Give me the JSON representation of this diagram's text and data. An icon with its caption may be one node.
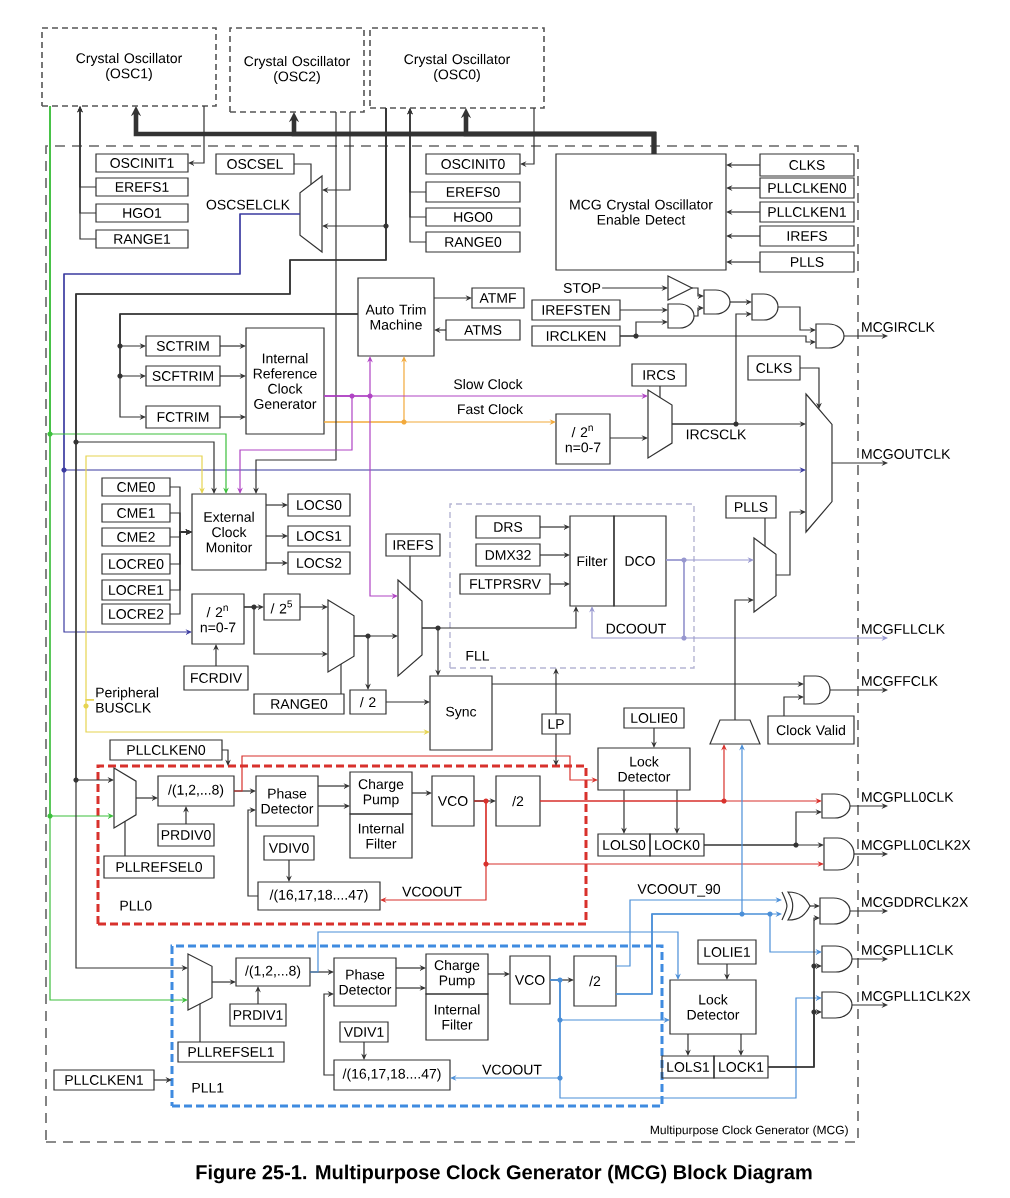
{
  "diagram": {
    "caption": "Figure 25-1. Multipurpose Clock Generator (MCG) Block Diagram",
    "nodes": [
      {
        "text": [
          "Crystal Oscillator (OSC1)"
        ]
      },
      {
        "text": [
          "Crystal Oscillator (OSC2)"
        ]
      },
      {
        "text": [
          "Crystal Oscillator (OSC0)"
        ]
      },
      {
        "text": [
          "Multipurpose Clock Generator (MCG)"
        ]
      },
      {
        "text": [
          "OSCINIT1"
        ],
        "in": 3
      },
      {
        "text": [
          "EREFS1"
        ],
        "in": 3
      },
      {
        "text": [
          "HGO1"
        ],
        "in": 3
      },
      {
        "text": [
          "RANGE1"
        ],
        "in": 3
      },
      {
        "text": [
          "OSCSEL"
        ],
        "in": 3
      },
      {
        "text": [],
        "shape": "trapezoid",
        "in": 3
      },
      {
        "text": [
          "OSCINIT0"
        ],
        "in": 3
      },
      {
        "text": [
          "EREFS0"
        ],
        "in": 3
      },
      {
        "text": [
          "HGO0"
        ],
        "in": 3
      },
      {
        "text": [
          "RANGE0"
        ],
        "in": 3
      },
      {
        "text": [
          "MCG Crystal Oscillator Enable Detect"
        ],
        "in": 3
      },
      {
        "text": [
          "CLKS"
        ],
        "in": 3
      },
      {
        "text": [
          "PLLCLKEN0"
        ],
        "in": 3
      },
      {
        "text": [
          "PLLCLKEN1"
        ],
        "in": 3
      },
      {
        "text": [
          "IREFS"
        ],
        "in": 3
      },
      {
        "text": [
          "PLLS"
        ],
        "in": 3
      },
      {
        "text": [
          "STOP"
        ],
        "in": 3
      },
      {
        "text": [
          "IREFSTEN"
        ],
        "in": 3
      },
      {
        "text": [
          "IRCLKEN"
        ],
        "in": 3
      },
      {
        "text": [],
        "shape": "triangle",
        "in": 3
      },
      {
        "text": [],
        "shape": "gate",
        "in": 3
      },
      {
        "text": [],
        "shape": "gate",
        "in": 3
      },
      {
        "text": [],
        "shape": "gate",
        "in": 3
      },
      {
        "text": [],
        "shape": "gate",
        "in": 3
      },
      {
        "text": [
          "MCGIRCLK"
        ]
      },
      {
        "text": [
          "Auto Trim Machine"
        ],
        "in": 3
      },
      {
        "text": [
          "ATMF"
        ],
        "in": 3
      },
      {
        "text": [
          "ATMS"
        ],
        "in": 3
      },
      {
        "text": [
          "SCTRIM"
        ],
        "in": 3
      },
      {
        "text": [
          "SCFTRIM"
        ],
        "in": 3
      },
      {
        "text": [
          "FCTRIM"
        ],
        "in": 3
      },
      {
        "text": [
          "Internal Reference Clock Generator"
        ],
        "in": 3
      },
      {
        "text": [
          "IRCS"
        ],
        "in": 3
      },
      {
        "text": [
          "/ 2$^{n}$",
          "n=0-7"
        ],
        "in": 3
      },
      {
        "text": [],
        "shape": "trapezoid",
        "in": 3
      },
      {
        "text": [
          "CLKS"
        ],
        "in": 3
      },
      {
        "text": [],
        "shape": "trapezoid",
        "in": 3
      },
      {
        "text": [
          "MCGOUTCLK"
        ]
      },
      {
        "text": [
          "CME0"
        ],
        "in": 3
      },
      {
        "text": [
          "CME1"
        ],
        "in": 3
      },
      {
        "text": [
          "CME2"
        ],
        "in": 3
      },
      {
        "text": [
          "LOCRE0"
        ],
        "in": 3
      },
      {
        "text": [
          "LOCRE1"
        ],
        "in": 3
      },
      {
        "text": [
          "LOCRE2"
        ],
        "in": 3
      },
      {
        "text": [
          "External Clock Monitor"
        ],
        "in": 3
      },
      {
        "text": [
          "LOCS0"
        ],
        "in": 3
      },
      {
        "text": [
          "LOCS1"
        ],
        "in": 3
      },
      {
        "text": [
          "LOCS2"
        ],
        "in": 3
      },
      {
        "text": [
          "/ 2$^{n}$",
          "n=0-7"
        ],
        "in": 3
      },
      {
        "text": [
          "/ 2$^{5}$"
        ],
        "in": 3
      },
      {
        "text": [
          "FCRDIV"
        ],
        "in": 3
      },
      {
        "text": [
          "RANGE0"
        ],
        "in": 3
      },
      {
        "text": [],
        "shape": "trapezoid",
        "in": 3
      },
      {
        "text": [
          "/ 2"
        ],
        "in": 3
      },
      {
        "text": [
          "IREFS"
        ],
        "in": 3
      },
      {
        "text": [],
        "shape": "trapezoid",
        "in": 3
      },
      {
        "text": [
          "Sync"
        ],
        "in": 3
      },
      {
        "text": [
          "FLL"
        ],
        "in": 3
      },
      {
        "text": [
          "DRS"
        ],
        "in": 61
      },
      {
        "text": [
          "DMX32"
        ],
        "in": 61
      },
      {
        "text": [
          "FLTPRSRV"
        ],
        "in": 61
      },
      {
        "text": [
          "Filter"
        ],
        "in": 61
      },
      {
        "text": [
          "DCO"
        ],
        "in": 61
      },
      {
        "text": [
          "PLLS"
        ],
        "in": 3
      },
      {
        "text": [],
        "shape": "trapezoid",
        "in": 3
      },
      {
        "text": [
          "MCGFLLCLK"
        ]
      },
      {
        "text": [
          "Clock Valid"
        ],
        "in": 3
      },
      {
        "text": [],
        "shape": "gate",
        "in": 3
      },
      {
        "text": [
          "MCGFFCLK"
        ]
      },
      {
        "text": [
          "Peripheral BUSCLK"
        ],
        "in": 3
      },
      {
        "text": [
          "LP"
        ],
        "in": 3
      },
      {
        "text": [
          "LOLIE0"
        ],
        "in": 3
      },
      {
        "text": [
          "Lock Detector"
        ],
        "in": 3
      },
      {
        "text": [
          "LOLS0"
        ],
        "in": 3
      },
      {
        "text": [
          "LOCK0"
        ],
        "in": 3
      },
      {
        "text": [],
        "shape": "trapezoid",
        "in": 3
      },
      {
        "text": [
          "PLLCLKEN0"
        ],
        "in": 3
      },
      {
        "text": [
          "PLL0"
        ],
        "in": 3
      },
      {
        "text": [],
        "shape": "trapezoid",
        "in": 81
      },
      {
        "text": [
          "PLLREFSEL0"
        ],
        "in": 81
      },
      {
        "text": [
          "/(1,2,...8)"
        ],
        "in": 81
      },
      {
        "text": [
          "PRDIV0"
        ],
        "in": 81
      },
      {
        "text": [
          "Phase Detector"
        ],
        "in": 81
      },
      {
        "text": [
          "Charge Pump"
        ],
        "in": 81
      },
      {
        "text": [
          "Internal Filter"
        ],
        "in": 81
      },
      {
        "text": [
          "VCO"
        ],
        "in": 81
      },
      {
        "text": [
          "/2"
        ],
        "in": 81
      },
      {
        "text": [
          "VDIV0"
        ],
        "in": 81
      },
      {
        "text": [
          "/(16,17,18....47)"
        ],
        "in": 81
      },
      {
        "text": [],
        "shape": "gate",
        "in": 3
      },
      {
        "text": [
          "MCGPLL0CLK"
        ]
      },
      {
        "text": [],
        "shape": "gate",
        "in": 3
      },
      {
        "text": [
          "MCGPLL0CLK2X"
        ]
      },
      {
        "text": [
          "PLLCLKEN1"
        ],
        "in": 3
      },
      {
        "text": [
          "PLL1"
        ],
        "in": 3
      },
      {
        "text": [],
        "shape": "trapezoid",
        "in": 98
      },
      {
        "text": [
          "PLLREFSEL1"
        ],
        "in": 98
      },
      {
        "text": [
          "/(1,2,...8)"
        ],
        "in": 98
      },
      {
        "text": [
          "PRDIV1"
        ],
        "in": 98
      },
      {
        "text": [
          "Phase Detector"
        ],
        "in": 98
      },
      {
        "text": [
          "Charge Pump"
        ],
        "in": 98
      },
      {
        "text": [
          "Internal Filter"
        ],
        "in": 98
      },
      {
        "text": [
          "VCO"
        ],
        "in": 98
      },
      {
        "text": [
          "/2"
        ],
        "in": 98
      },
      {
        "text": [
          "VDIV1"
        ],
        "in": 98
      },
      {
        "text": [
          "/(16,17,18....47)"
        ],
        "in": 98
      },
      {
        "text": [
          "LOLIE1"
        ],
        "in": 3
      },
      {
        "text": [
          "Lock Detector"
        ],
        "in": 3
      },
      {
        "text": [
          "LOLS1"
        ],
        "in": 3
      },
      {
        "text": [
          "LOCK1"
        ],
        "in": 3
      },
      {
        "text": [],
        "shape": "gate",
        "in": 3
      },
      {
        "text": [],
        "shape": "gate",
        "in": 3
      },
      {
        "text": [
          "MCGDDRCLK2X"
        ]
      },
      {
        "text": [],
        "shape": "gate",
        "in": 3
      },
      {
        "text": [
          "MCGPLL1CLK"
        ]
      },
      {
        "text": [],
        "shape": "gate",
        "in": 3
      },
      {
        "text": [
          "MCGPLL1CLK2X"
        ]
      }
    ],
    "edges": [
      {
        "from": 14,
        "to": 0,
        "arrow": "to",
        "style": "thick"
      },
      {
        "from": 14,
        "to": 1,
        "arrow": "to",
        "style": "thick"
      },
      {
        "from": 14,
        "to": 2,
        "arrow": "to",
        "style": "thick"
      },
      {
        "from": 0,
        "to": 4,
        "arrow": "to"
      },
      {
        "from": 5,
        "to": 0,
        "arrow": "to"
      },
      {
        "from": 6,
        "to": 0,
        "arrow": "to"
      },
      {
        "from": 7,
        "to": 0,
        "arrow": "to"
      },
      {
        "from": 1,
        "to": 9,
        "arrow": "to"
      },
      {
        "from": 2,
        "to": 9,
        "arrow": "to"
      },
      {
        "from": 8,
        "to": 9,
        "arrow": "none"
      },
      {
        "from": 2,
        "to": 10,
        "arrow": "to"
      },
      {
        "from": 11,
        "to": 2,
        "arrow": "to"
      },
      {
        "from": 12,
        "to": 2,
        "arrow": "to"
      },
      {
        "from": 13,
        "to": 2,
        "arrow": "to"
      },
      {
        "from": 15,
        "to": 14,
        "arrow": "to"
      },
      {
        "from": 16,
        "to": 14,
        "arrow": "to"
      },
      {
        "from": 17,
        "to": 14,
        "arrow": "to"
      },
      {
        "from": 18,
        "to": 14,
        "arrow": "to"
      },
      {
        "from": 19,
        "to": 14,
        "arrow": "to"
      },
      {
        "from": 20,
        "to": 23,
        "arrow": "to"
      },
      {
        "from": 21,
        "to": 24,
        "arrow": "to"
      },
      {
        "from": 22,
        "to": 24,
        "arrow": "to"
      },
      {
        "from": 22,
        "to": 27,
        "arrow": "to"
      },
      {
        "from": 23,
        "to": 25,
        "arrow": "to"
      },
      {
        "from": 24,
        "to": 25,
        "arrow": "to"
      },
      {
        "from": 25,
        "to": 26,
        "arrow": "to"
      },
      {
        "from": 38,
        "to": 26,
        "arrow": "to"
      },
      {
        "from": 26,
        "to": 27,
        "arrow": "to"
      },
      {
        "from": 27,
        "to": 28,
        "arrow": "to"
      },
      {
        "from": 29,
        "to": 30,
        "arrow": "to"
      },
      {
        "from": 31,
        "to": 29,
        "arrow": "to"
      },
      {
        "from": 29,
        "to": 32,
        "arrow": "to"
      },
      {
        "from": 29,
        "to": 33,
        "arrow": "to"
      },
      {
        "from": 29,
        "to": 34,
        "arrow": "to"
      },
      {
        "from": 32,
        "to": 35,
        "arrow": "to"
      },
      {
        "from": 33,
        "to": 35,
        "arrow": "to"
      },
      {
        "from": 34,
        "to": 35,
        "arrow": "to"
      },
      {
        "from": 35,
        "to": 29,
        "arrow": "to",
        "color": "#b044c4"
      },
      {
        "from": 35,
        "to": 29,
        "arrow": "to",
        "color": "#f2a93b"
      },
      {
        "from": 35,
        "to": 38,
        "arrow": "to",
        "color": "#b044c4"
      },
      {
        "from": 35,
        "to": 37,
        "arrow": "to",
        "color": "#f2a93b"
      },
      {
        "from": 36,
        "to": 38,
        "arrow": "none"
      },
      {
        "from": 37,
        "to": 38,
        "arrow": "to"
      },
      {
        "from": 38,
        "to": 40,
        "arrow": "to"
      },
      {
        "from": 39,
        "to": 40,
        "arrow": "to"
      },
      {
        "from": 40,
        "to": 41,
        "arrow": "to"
      },
      {
        "from": 9,
        "to": 52,
        "arrow": "to",
        "color": "#3a3aa0"
      },
      {
        "from": 9,
        "to": 40,
        "arrow": "to",
        "color": "#3a3aa0"
      },
      {
        "from": 2,
        "to": 48,
        "arrow": "to"
      },
      {
        "from": 0,
        "to": 48,
        "arrow": "to",
        "color": "#3cbf3c"
      },
      {
        "from": 1,
        "to": 48,
        "arrow": "to"
      },
      {
        "from": 35,
        "to": 48,
        "arrow": "to",
        "color": "#b044c4"
      },
      {
        "from": 73,
        "to": 48,
        "arrow": "to",
        "color": "#e6d450"
      },
      {
        "from": 42,
        "to": 48,
        "arrow": "to"
      },
      {
        "from": 43,
        "to": 48,
        "arrow": "to"
      },
      {
        "from": 44,
        "to": 48,
        "arrow": "to"
      },
      {
        "from": 45,
        "to": 48,
        "arrow": "to"
      },
      {
        "from": 46,
        "to": 48,
        "arrow": "to"
      },
      {
        "from": 47,
        "to": 48,
        "arrow": "to"
      },
      {
        "from": 48,
        "to": 49,
        "arrow": "to"
      },
      {
        "from": 48,
        "to": 50,
        "arrow": "to"
      },
      {
        "from": 48,
        "to": 51,
        "arrow": "to"
      },
      {
        "from": 52,
        "to": 53,
        "arrow": "to"
      },
      {
        "from": 52,
        "to": 56,
        "arrow": "to"
      },
      {
        "from": 53,
        "to": 56,
        "arrow": "to"
      },
      {
        "from": 54,
        "to": 52,
        "arrow": "to"
      },
      {
        "from": 55,
        "to": 56,
        "arrow": "none"
      },
      {
        "from": 56,
        "to": 59,
        "arrow": "to"
      },
      {
        "from": 56,
        "to": 57,
        "arrow": "to"
      },
      {
        "from": 57,
        "to": 60,
        "arrow": "to"
      },
      {
        "from": 58,
        "to": 59,
        "arrow": "none"
      },
      {
        "from": 35,
        "to": 59,
        "arrow": "to",
        "color": "#b044c4"
      },
      {
        "from": 59,
        "to": 65,
        "arrow": "to"
      },
      {
        "from": 59,
        "to": 60,
        "arrow": "to"
      },
      {
        "from": 73,
        "to": 60,
        "arrow": "to",
        "color": "#e6d450"
      },
      {
        "from": 62,
        "to": 65,
        "arrow": "to"
      },
      {
        "from": 63,
        "to": 65,
        "arrow": "to"
      },
      {
        "from": 64,
        "to": 65,
        "arrow": "to"
      },
      {
        "from": 66,
        "to": 65,
        "arrow": "to",
        "color": "#9797cf"
      },
      {
        "from": 66,
        "to": 69,
        "arrow": "to",
        "color": "#9797cf"
      },
      {
        "from": 66,
        "to": 68,
        "arrow": "to",
        "color": "#9797cf"
      },
      {
        "from": 67,
        "to": 68,
        "arrow": "none"
      },
      {
        "from": 68,
        "to": 40,
        "arrow": "to"
      },
      {
        "from": 60,
        "to": 71,
        "arrow": "to"
      },
      {
        "from": 70,
        "to": 71,
        "arrow": "to"
      },
      {
        "from": 71,
        "to": 72,
        "arrow": "to"
      },
      {
        "from": 74,
        "to": 61,
        "arrow": "to"
      },
      {
        "from": 74,
        "to": 81,
        "arrow": "to"
      },
      {
        "from": 75,
        "to": 76,
        "arrow": "to"
      },
      {
        "from": 76,
        "to": 77,
        "arrow": "to"
      },
      {
        "from": 76,
        "to": 78,
        "arrow": "to"
      },
      {
        "from": 78,
        "to": 93,
        "arrow": "to"
      },
      {
        "from": 78,
        "to": 95,
        "arrow": "to"
      },
      {
        "from": 90,
        "to": 93,
        "arrow": "to",
        "color": "#d8312c"
      },
      {
        "from": 90,
        "to": 79,
        "arrow": "to",
        "color": "#d8312c"
      },
      {
        "from": 89,
        "to": 95,
        "arrow": "to",
        "color": "#d8312c"
      },
      {
        "from": 89,
        "to": 90,
        "arrow": "to"
      },
      {
        "from": 89,
        "to": 92,
        "arrow": "to",
        "color": "#d8312c"
      },
      {
        "from": 93,
        "to": 94,
        "arrow": "to"
      },
      {
        "from": 95,
        "to": 96,
        "arrow": "to"
      },
      {
        "from": 79,
        "to": 68,
        "arrow": "to"
      },
      {
        "from": 80,
        "to": 81,
        "arrow": "to"
      },
      {
        "from": 2,
        "to": 82,
        "arrow": "to"
      },
      {
        "from": 0,
        "to": 82,
        "arrow": "to",
        "color": "#3cbf3c"
      },
      {
        "from": 2,
        "to": 99,
        "arrow": "to"
      },
      {
        "from": 0,
        "to": 99,
        "arrow": "to",
        "color": "#3cbf3c"
      },
      {
        "from": 83,
        "to": 82,
        "arrow": "none"
      },
      {
        "from": 82,
        "to": 84,
        "arrow": "to"
      },
      {
        "from": 85,
        "to": 84,
        "arrow": "to"
      },
      {
        "from": 84,
        "to": 86,
        "arrow": "to"
      },
      {
        "from": 92,
        "to": 86,
        "arrow": "to"
      },
      {
        "from": 84,
        "to": 76,
        "arrow": "to",
        "color": "#d8312c"
      },
      {
        "from": 86,
        "to": 87,
        "arrow": "to"
      },
      {
        "from": 86,
        "to": 87,
        "arrow": "to"
      },
      {
        "from": 87,
        "to": 89,
        "arrow": "to"
      },
      {
        "from": 91,
        "to": 92,
        "arrow": "to"
      },
      {
        "from": 97,
        "to": 98,
        "arrow": "to"
      },
      {
        "from": 99,
        "to": 101,
        "arrow": "to"
      },
      {
        "from": 100,
        "to": 99,
        "arrow": "none"
      },
      {
        "from": 102,
        "to": 101,
        "arrow": "to"
      },
      {
        "from": 101,
        "to": 103,
        "arrow": "to"
      },
      {
        "from": 101,
        "to": 111,
        "arrow": "to",
        "color": "#4b8fd8"
      },
      {
        "from": 109,
        "to": 103,
        "arrow": "to"
      },
      {
        "from": 103,
        "to": 104,
        "arrow": "to"
      },
      {
        "from": 103,
        "to": 104,
        "arrow": "to"
      },
      {
        "from": 104,
        "to": 106,
        "arrow": "to"
      },
      {
        "from": 106,
        "to": 107,
        "arrow": "to"
      },
      {
        "from": 106,
        "to": 109,
        "arrow": "to",
        "color": "#4b8fd8"
      },
      {
        "from": 106,
        "to": 111,
        "arrow": "to",
        "color": "#4b8fd8"
      },
      {
        "from": 106,
        "to": 119,
        "arrow": "to",
        "color": "#4b8fd8"
      },
      {
        "from": 107,
        "to": 114,
        "arrow": "to",
        "color": "#4b8fd8"
      },
      {
        "from": 107,
        "to": 79,
        "arrow": "to",
        "color": "#4b8fd8"
      },
      {
        "from": 107,
        "to": 114,
        "arrow": "to",
        "color": "#4b8fd8"
      },
      {
        "from": 107,
        "to": 117,
        "arrow": "to",
        "color": "#4b8fd8"
      },
      {
        "from": 108,
        "to": 109,
        "arrow": "to"
      },
      {
        "from": 110,
        "to": 111,
        "arrow": "to"
      },
      {
        "from": 111,
        "to": 112,
        "arrow": "to"
      },
      {
        "from": 111,
        "to": 113,
        "arrow": "to"
      },
      {
        "from": 113,
        "to": 115,
        "arrow": "to"
      },
      {
        "from": 113,
        "to": 117,
        "arrow": "to"
      },
      {
        "from": 113,
        "to": 119,
        "arrow": "to"
      },
      {
        "from": 114,
        "to": 115,
        "arrow": "to"
      },
      {
        "from": 115,
        "to": 116,
        "arrow": "to"
      },
      {
        "from": 117,
        "to": 118,
        "arrow": "to"
      },
      {
        "from": 119,
        "to": 120,
        "arrow": "to"
      }
    ],
    "labels": [
      "OSCSELCLK",
      "Slow Clock",
      "Fast Clock",
      "IRCSCLK",
      "DCOOUT",
      "VCOOUT",
      "VCOOUT_90",
      "VCOOUT"
    ]
  }
}
